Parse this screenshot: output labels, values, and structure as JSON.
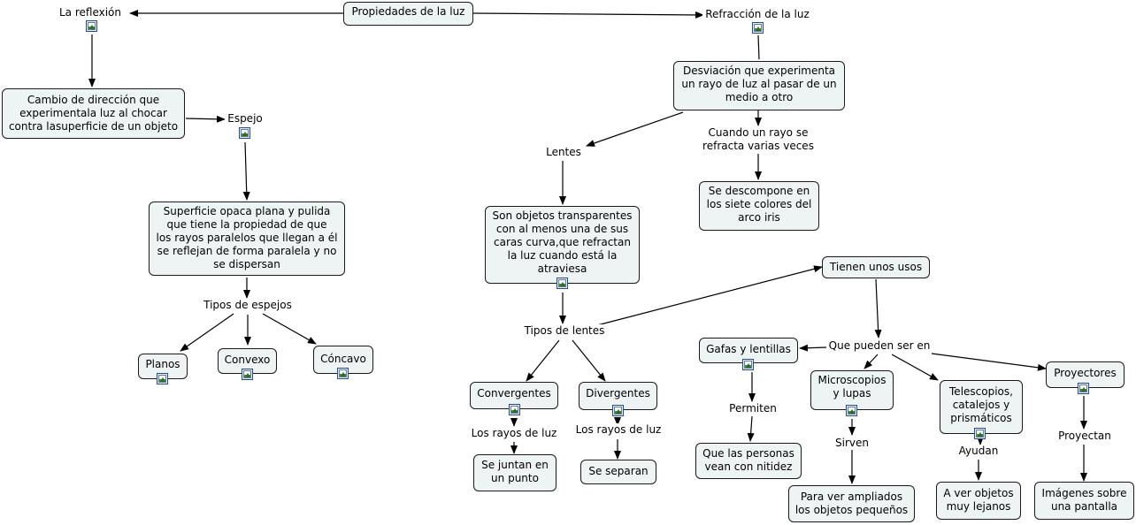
{
  "concepts": {
    "propiedades": "Propiedades de la luz",
    "reflexion": "La reflexión",
    "refraccion": "Refracción de la luz",
    "cambio_direccion": "Cambio de dirección que\nexperimentala luz al chocar\ncontra lasuperficie de un objeto",
    "espejo": "Espejo",
    "superficie_opaca": "Superficie opaca plana y pulida\nque tiene la propiedad  de que\nlos rayos paralelos que llegan a él\nse reflejan de forma paralela y no\nse dispersan",
    "tipos_espejos": "Tipos de espejos",
    "planos": "Planos",
    "convexo": "Convexo",
    "concavo": "Cóncavo",
    "desviacion": "Desviación que experimenta\nun rayo de luz al pasar de un\nmedio a otro",
    "cuando_rayo": "Cuando un rayo se\nrefracta varias veces",
    "descompone": "Se descompone en\nlos siete colores del\narco iris",
    "lentes": "Lentes",
    "objetos_transparentes": "Son objetos transparentes\ncon al menos una de sus\ncaras curva,que refractan\nla luz cuando está la\natraviesa",
    "tipos_lentes": "Tipos de lentes",
    "convergentes": "Convergentes",
    "divergentes": "Divergentes",
    "rayos_conv": "Los rayos de luz",
    "rayos_div": "Los rayos de luz",
    "se_juntan": "Se juntan en\nun punto",
    "se_separan": "Se separan",
    "tienen_usos": "Tienen unos usos",
    "que_pueden": "Que pueden ser en",
    "gafas": "Gafas y lentillas",
    "permiten": "Permiten",
    "personas": "Que las personas\nvean con nitidez",
    "microscopios": "Microscopios\ny lupas",
    "sirven": "Sirven",
    "ampliados": "Para ver ampliados\nlos objetos pequeños",
    "telescopios": "Telescopios,\ncatalejos y\nprismáticos",
    "ayudan": "Ayudan",
    "lejanos": "A ver objetos\nmuy lejanos",
    "proyectores": "Proyectores",
    "proyectan": "Proyectan",
    "imagenes": "Imágenes sobre\nuna pantalla"
  },
  "icons": {
    "resource": "image-resource-icon"
  },
  "colors": {
    "box_fill": "#eef3f3",
    "line": "#000000",
    "icon_border": "#1f4e96"
  }
}
